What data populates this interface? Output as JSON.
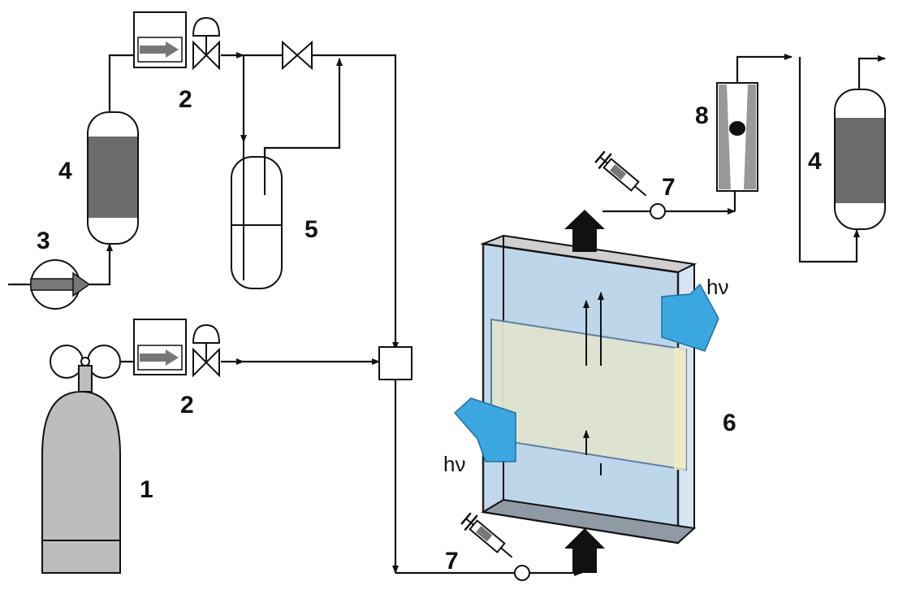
{
  "labels": {
    "cylinder": "1",
    "mfc_top": "2",
    "mfc_bottom": "2",
    "air_pump": "3",
    "filter_left": "4",
    "filter_right": "4",
    "humidifier": "5",
    "reactor": "6",
    "port_inlet": "7",
    "port_outlet": "7",
    "rotameter": "8"
  },
  "light": {
    "left": "hν",
    "right": "hν"
  },
  "colors": {
    "reactor_fill": "#bcd5ea",
    "plate_fill": "#dfe4cf",
    "light_arrow": "#3aa7e0",
    "filter_band": "#6b6b6b",
    "cylinder_body": "#bdbdbd"
  }
}
